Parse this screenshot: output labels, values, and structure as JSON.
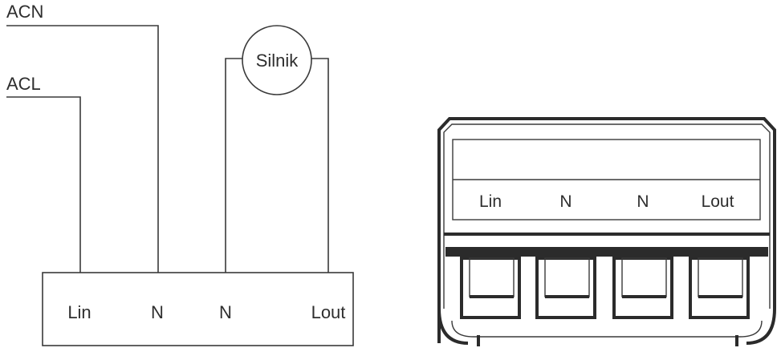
{
  "wiring": {
    "input_labels": {
      "neutral": "ACN",
      "line": "ACL"
    },
    "motor_label": "Silnik",
    "terminals": [
      "Lin",
      "N",
      "N",
      "Lout"
    ]
  },
  "connector": {
    "terminals": [
      "Lin",
      "N",
      "N",
      "Lout"
    ]
  }
}
